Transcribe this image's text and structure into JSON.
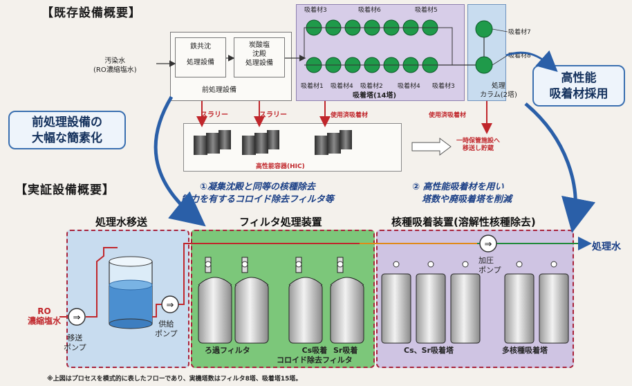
{
  "headings": {
    "existing": "【既存設備概要】",
    "demo": "【実証設備概要】"
  },
  "existing": {
    "inlet": [
      "汚染水",
      "(RO濃縮塩水)"
    ],
    "iron": [
      "鉄共沈",
      "処理設備"
    ],
    "carbonate": [
      "炭酸塩",
      "沈殿",
      "処理設備"
    ],
    "pretreatment": "前処理設備",
    "sorbents_top": [
      "吸着材3",
      "吸着材6",
      "吸着材5"
    ],
    "sorbents_bottom": [
      "吸着材1",
      "吸着材4",
      "吸着材2",
      "吸着材4",
      "吸着材3"
    ],
    "tower": "吸着塔(14塔)",
    "column": [
      "処理",
      "カラム(2塔)"
    ],
    "sorbent7": "吸着材7",
    "sorbent8": "吸着材8",
    "slurry1": "スラリー",
    "slurry2": "スラリー",
    "used1": "使用済吸着材",
    "used2": "使用済吸着材",
    "hic": "高性能容器(HIC)",
    "temp_storage": [
      "一時保管施設へ",
      "移送し貯蔵"
    ]
  },
  "callouts": {
    "simplify": [
      "前処理設備の",
      "大幅な簡素化"
    ],
    "hp_sorbent": [
      "高性能",
      "吸着材採用"
    ]
  },
  "notes": {
    "note1": [
      "①凝集沈殿と同等の核種除去",
      "能力を有するコロイド除去フィルタ等"
    ],
    "note2": [
      "② 高性能吸着材を用い",
      "塔数や廃吸着塔を削減"
    ]
  },
  "demo": {
    "transfer_title": "処理水移送",
    "filter_title": "フィルタ処理装置",
    "adsorb_title": "核種吸着装置(溶解性核種除去)",
    "ro_label": [
      "RO",
      "濃縮塩水"
    ],
    "transfer_pump": [
      "移送",
      "ポンプ"
    ],
    "feed_pump": [
      "供給",
      "ポンプ"
    ],
    "filt1": "ろ過フィルタ",
    "filt2": [
      "Cs吸着",
      "コロイド除去フィルタ"
    ],
    "filt3": "Sr吸着",
    "booster": [
      "加圧",
      "ポンプ"
    ],
    "cs_sr": "Cs、Sr吸着塔",
    "multi": "多核種吸着塔",
    "treated": "処理水"
  },
  "footnote": "※上図はプロセスを模式的に表したフローであり、実機塔数はフィルタ8塔、吸着塔15塔。",
  "colors": {
    "callout_border": "#3a6fb0",
    "section_border": "#a8223a",
    "filter_bg": "#6cc36a",
    "adsorb_bg": "#c9bde0",
    "transfer_bg": "#c8dcef",
    "sorbent_ball": "#1f9a4a",
    "flow_red": "#c0262b"
  }
}
